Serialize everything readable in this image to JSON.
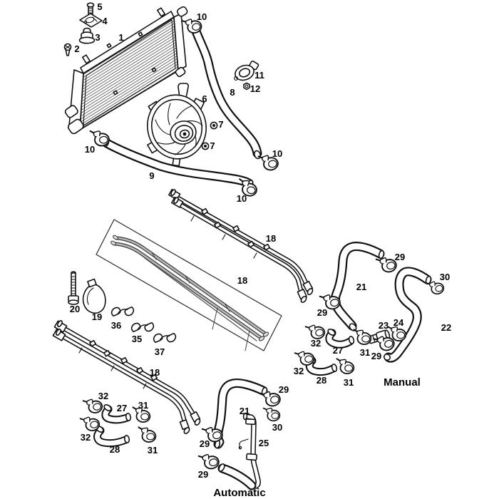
{
  "diagram": {
    "type": "exploded-parts-diagram",
    "subject": "radiator and cooling hoses",
    "colors": {
      "line": "#111111",
      "metal_pipe": "#b9b9b9",
      "background": "#ffffff"
    }
  },
  "sections": {
    "manual": "Manual",
    "automatic": "Automatic"
  },
  "callouts": [
    {
      "text": "5"
    },
    {
      "text": "4"
    },
    {
      "text": "3"
    },
    {
      "text": "2"
    },
    {
      "text": "1"
    },
    {
      "text": "10"
    },
    {
      "text": "11"
    },
    {
      "text": "12"
    },
    {
      "text": "8"
    },
    {
      "text": "6"
    },
    {
      "text": "7"
    },
    {
      "text": "7"
    },
    {
      "text": "10"
    },
    {
      "text": "10"
    },
    {
      "text": "9"
    },
    {
      "text": "10"
    },
    {
      "text": "18"
    },
    {
      "text": "18"
    },
    {
      "text": "20"
    },
    {
      "text": "19"
    },
    {
      "text": "36"
    },
    {
      "text": "35"
    },
    {
      "text": "37"
    },
    {
      "text": "18"
    },
    {
      "text": "29"
    },
    {
      "text": "30"
    },
    {
      "text": "21"
    },
    {
      "text": "29"
    },
    {
      "text": "22"
    },
    {
      "text": "23"
    },
    {
      "text": "24"
    },
    {
      "text": "32"
    },
    {
      "text": "27"
    },
    {
      "text": "31"
    },
    {
      "text": "29"
    },
    {
      "text": "32"
    },
    {
      "text": "28"
    },
    {
      "text": "31"
    },
    {
      "text": "32"
    },
    {
      "text": "27"
    },
    {
      "text": "31"
    },
    {
      "text": "32"
    },
    {
      "text": "28"
    },
    {
      "text": "31"
    },
    {
      "text": "29"
    },
    {
      "text": "21"
    },
    {
      "text": "30"
    },
    {
      "text": "25"
    },
    {
      "text": "29"
    },
    {
      "text": "29"
    }
  ]
}
